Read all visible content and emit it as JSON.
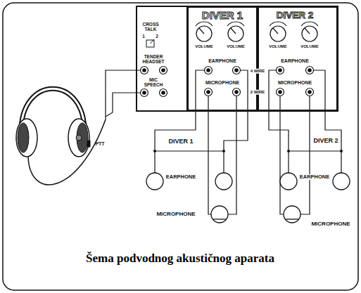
{
  "diagram": {
    "caption": "Šema podvodnog akustičnog aparata",
    "nodes": [
      {
        "text": [
          "CROSS TALK",
          "TENDER HEADSET",
          "MIC SPEECH"
        ]
      },
      {
        "text": [
          "DIVER 1",
          "EARPHONE",
          "MICROPHONE"
        ],
        "in": 0
      },
      {
        "text": [
          "DIVER 2",
          "EARPHONE",
          "MICROPHONE"
        ],
        "in": 0
      }
    ],
    "labels": [
      "1",
      "2",
      "VOLUME",
      "VOLUME",
      "VOLUME",
      "VOLUME",
      "4 WIRE",
      "2 WIRE",
      "PTT",
      "DIVER 1",
      "EARPHONE",
      "MICROPHONE",
      "DIVER 2",
      "EARPHONE",
      "MICROPHONE"
    ]
  }
}
